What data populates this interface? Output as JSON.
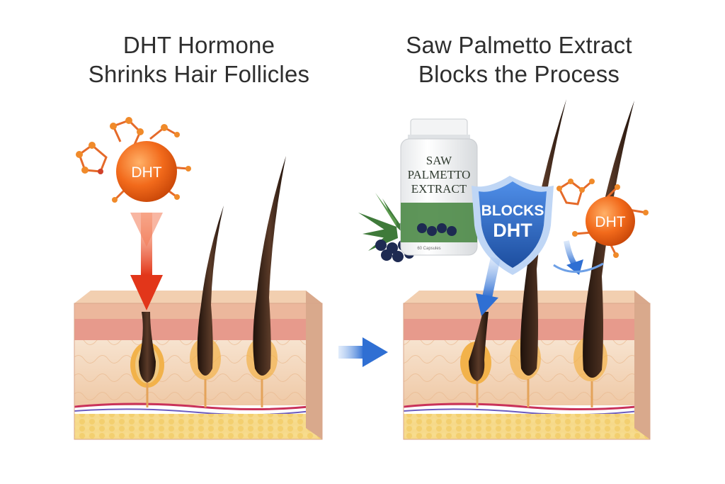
{
  "left_panel": {
    "title_line1": "DHT Hormone",
    "title_line2": "Shrinks Hair Follicles",
    "dht_label": "DHT"
  },
  "right_panel": {
    "title_line1": "Saw Palmetto Extract",
    "title_line2": "Blocks the Process",
    "bottle_line1": "SAW",
    "bottle_line2": "PALMETTO",
    "bottle_line3": "EXTRACT",
    "bottle_small": "60 Capsules",
    "shield_line1": "BLOCKS",
    "shield_line2": "DHT",
    "dht_label": "DHT"
  },
  "colors": {
    "dht_orange": "#f26a1b",
    "block_blue": "#2f6fd3",
    "hair": "#3a2418",
    "skin": "#f3d6b5"
  }
}
